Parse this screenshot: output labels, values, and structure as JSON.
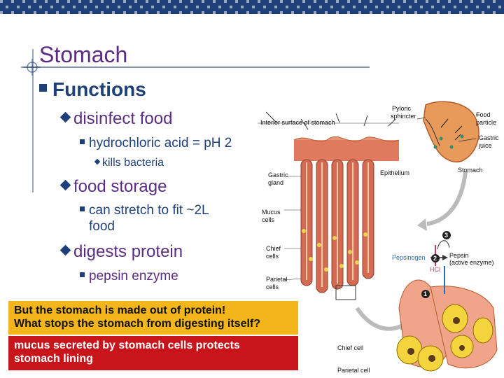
{
  "slide": {
    "title": "Stomach",
    "heading": "Functions",
    "items": [
      {
        "label": "disinfect food",
        "sub": "hydrochloric acid = pH 2",
        "subsub": "kills bacteria"
      },
      {
        "label": "food storage",
        "sub_line1": "can stretch to fit ~2L",
        "sub_line2": "food"
      },
      {
        "label": "digests protein",
        "sub": "pepsin enzyme"
      }
    ],
    "question_line1": "But the stomach is made out of protein!",
    "question_line2": "What stops the stomach from digesting itself?",
    "answer_line1": "mucus secreted by stomach cells protects",
    "answer_line2": "stomach lining"
  },
  "figure": {
    "labels": {
      "interior": "Interior surface of stomach",
      "pyloric1": "Pyloric",
      "pyloric2": "sphincter",
      "food1": "Food",
      "food2": "particle",
      "gastric_juice1": "Gastric",
      "gastric_juice2": "juice",
      "stomach": "Stomach",
      "epithelium": "Epithelium",
      "gastric_gland1": "Gastric",
      "gastric_gland2": "gland",
      "mucus1": "Mucus",
      "mucus2": "cells",
      "chief1": "Chief",
      "chief2": "cells",
      "parietal1": "Parietal",
      "parietal2": "cells",
      "pepsinogen": "Pepsinogen",
      "pepsin": "Pepsin",
      "active": "(active enzyme)",
      "hcl": "HCl",
      "chief_cell": "Chief cell",
      "parietal_cell": "Parietal cell",
      "step1": "1",
      "step2": "2",
      "step3": "3"
    }
  },
  "colors": {
    "title": "#5a2d82",
    "heading": "#1f3f78",
    "question_bg": "#f2b51c",
    "answer_bg": "#c8141b"
  }
}
